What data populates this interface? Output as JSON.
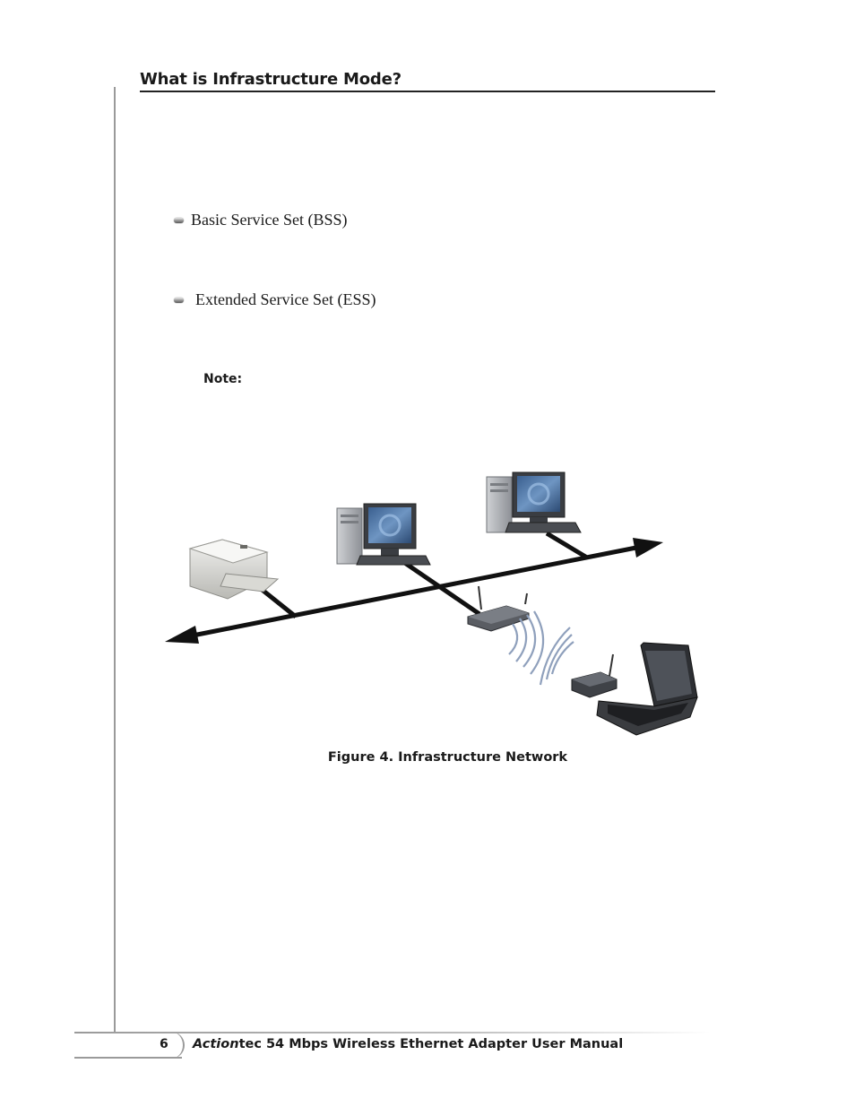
{
  "section": {
    "heading": "What is Infrastructure Mode?"
  },
  "bullets": [
    {
      "text": "Basic Service Set (BSS)"
    },
    {
      "text": "Extended Service Set (ESS)"
    }
  ],
  "note": {
    "label": "Note:"
  },
  "figure": {
    "caption": "Figure 4.  Infrastructure Network"
  },
  "footer": {
    "page_number": "6",
    "brand_italic": "Action",
    "title_rest": "tec 54 Mbps Wireless Ethernet Adapter User  Manual"
  }
}
